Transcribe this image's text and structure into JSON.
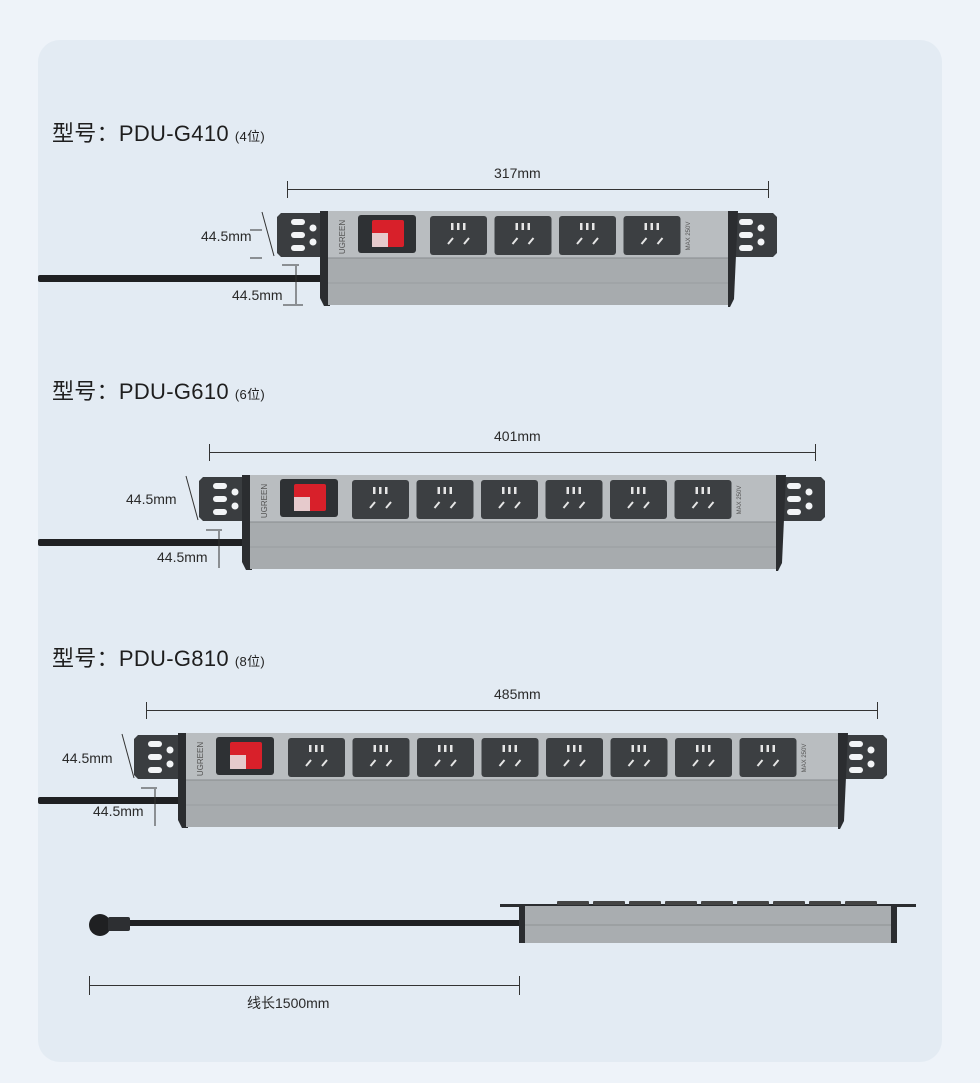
{
  "products": [
    {
      "title": "型号：PDU-G410",
      "positions": "(4位)",
      "width_label": "317mm",
      "height_label": "44.5mm",
      "depth_label": "44.5mm",
      "outlet_count": 4
    },
    {
      "title": "型号：PDU-G610",
      "positions": "(6位)",
      "width_label": "401mm",
      "height_label": "44.5mm",
      "depth_label": "44.5mm",
      "outlet_count": 6
    },
    {
      "title": "型号：PDU-G810",
      "positions": "(8位)",
      "width_label": "485mm",
      "height_label": "44.5mm",
      "depth_label": "44.5mm",
      "outlet_count": 8
    }
  ],
  "cable_label": "线长1500mm",
  "strip_brand": "UGREEN",
  "strip_rating": "MAX 250V",
  "colors": {
    "background": "#eef3f9",
    "card": "#e3ebf3",
    "body": "#a9adb0",
    "switch": "#d8202a",
    "outlet": "#3c3f42"
  }
}
